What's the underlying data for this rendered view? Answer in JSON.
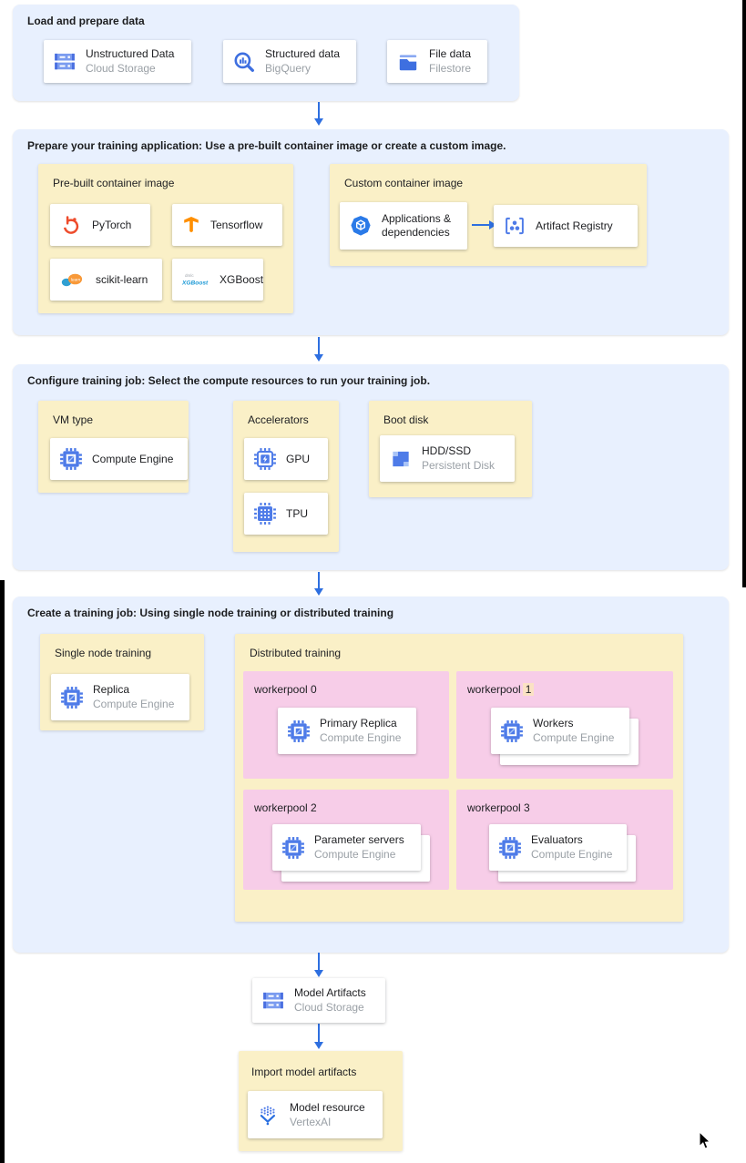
{
  "colors": {
    "section_bg": "#e8f0fe",
    "panel_yellow": "#faf0c7",
    "pool_pink": "#f7cde8",
    "arrow_blue": "#2e6fe0",
    "highlight_peach": "#fbe2c4",
    "icon_blue": "#4e7be8",
    "pytorch_orange": "#ee4c2c",
    "tensorflow_orange": "#ff8f00",
    "title_text": "#202124",
    "subtitle_text": "#9aa0a6"
  },
  "sections": {
    "load": {
      "title": "Load and prepare data",
      "cards": [
        {
          "title": "Unstructured Data",
          "subtitle": "Cloud Storage",
          "icon": "cloud-storage-icon"
        },
        {
          "title": "Structured data",
          "subtitle": "BigQuery",
          "icon": "bigquery-icon"
        },
        {
          "title": "File data",
          "subtitle": "Filestore",
          "icon": "filestore-icon"
        }
      ]
    },
    "prepare": {
      "title": "Prepare your training application: Use a pre-built container image or create a custom image.",
      "prebuilt": {
        "title": "Pre-built container image",
        "cards": [
          {
            "title": "PyTorch",
            "icon": "pytorch-icon"
          },
          {
            "title": "Tensorflow",
            "icon": "tensorflow-icon"
          },
          {
            "title": "scikit-learn",
            "icon": "scikit-learn-icon"
          },
          {
            "title": "XGBoost",
            "icon": "xgboost-icon"
          }
        ]
      },
      "custom": {
        "title": "Custom container image",
        "source": {
          "title": "Applications & dependencies",
          "icon": "applications-dependencies-icon"
        },
        "target": {
          "title": "Artifact Registry",
          "icon": "artifact-registry-icon"
        }
      }
    },
    "configure": {
      "title": "Configure training job: Select the compute resources to run your training job.",
      "vm": {
        "title": "VM type",
        "card": {
          "title": "Compute Engine",
          "icon": "compute-engine-icon"
        }
      },
      "accelerators": {
        "title": "Accelerators",
        "cards": [
          {
            "title": "GPU",
            "icon": "gpu-icon"
          },
          {
            "title": "TPU",
            "icon": "tpu-icon"
          }
        ]
      },
      "boot": {
        "title": "Boot disk",
        "card": {
          "title": "HDD/SSD",
          "subtitle": "Persistent Disk",
          "icon": "persistent-disk-icon"
        }
      }
    },
    "create": {
      "title": "Create a training job: Using single node training or distributed training",
      "single": {
        "title": "Single node training",
        "card": {
          "title": "Replica",
          "subtitle": "Compute Engine",
          "icon": "compute-engine-icon"
        }
      },
      "distributed": {
        "title": "Distributed training",
        "pools": [
          {
            "label": "workerpool 0",
            "card": {
              "title": "Primary Replica",
              "subtitle": "Compute Engine"
            },
            "stacked": false
          },
          {
            "label": "workerpool",
            "highlight": "1",
            "card": {
              "title": "Workers",
              "subtitle": "Compute Engine"
            },
            "stacked": true
          },
          {
            "label": "workerpool 2",
            "card": {
              "title": "Parameter servers",
              "subtitle": "Compute Engine"
            },
            "stacked": true
          },
          {
            "label": "workerpool 3",
            "card": {
              "title": "Evaluators",
              "subtitle": "Compute Engine"
            },
            "stacked": true
          }
        ]
      }
    }
  },
  "flow": {
    "model_artifacts": {
      "title": "Model Artifacts",
      "subtitle": "Cloud Storage",
      "icon": "cloud-storage-icon"
    },
    "import_model": {
      "title": "Import model artifacts",
      "card": {
        "title": "Model resource",
        "subtitle": "VertexAI",
        "icon": "vertex-ai-model-icon"
      }
    }
  },
  "logos": {
    "scikit_text": "learn",
    "dmlc_text": "dmlc",
    "xgboost_text": "XGBoost"
  }
}
